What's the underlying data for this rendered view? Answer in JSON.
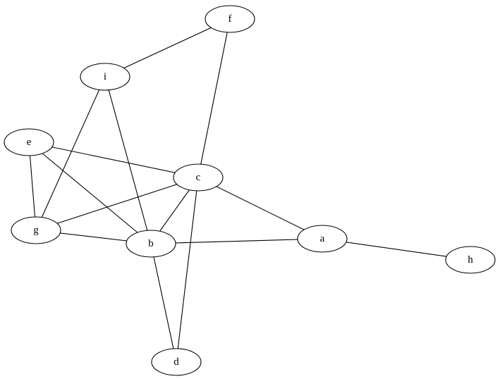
{
  "graph": {
    "type": "undirected",
    "nodes": [
      {
        "id": "a",
        "label": "a"
      },
      {
        "id": "b",
        "label": "b"
      },
      {
        "id": "c",
        "label": "c"
      },
      {
        "id": "d",
        "label": "d"
      },
      {
        "id": "e",
        "label": "e"
      },
      {
        "id": "f",
        "label": "f"
      },
      {
        "id": "g",
        "label": "g"
      },
      {
        "id": "h",
        "label": "h"
      },
      {
        "id": "i",
        "label": "i"
      }
    ],
    "edges": [
      {
        "source": "f",
        "target": "i"
      },
      {
        "source": "f",
        "target": "c"
      },
      {
        "source": "i",
        "target": "g"
      },
      {
        "source": "i",
        "target": "b"
      },
      {
        "source": "e",
        "target": "c"
      },
      {
        "source": "e",
        "target": "g"
      },
      {
        "source": "e",
        "target": "b"
      },
      {
        "source": "c",
        "target": "g"
      },
      {
        "source": "c",
        "target": "b"
      },
      {
        "source": "c",
        "target": "a"
      },
      {
        "source": "c",
        "target": "d"
      },
      {
        "source": "g",
        "target": "b"
      },
      {
        "source": "b",
        "target": "a"
      },
      {
        "source": "b",
        "target": "d"
      },
      {
        "source": "a",
        "target": "h"
      }
    ]
  }
}
